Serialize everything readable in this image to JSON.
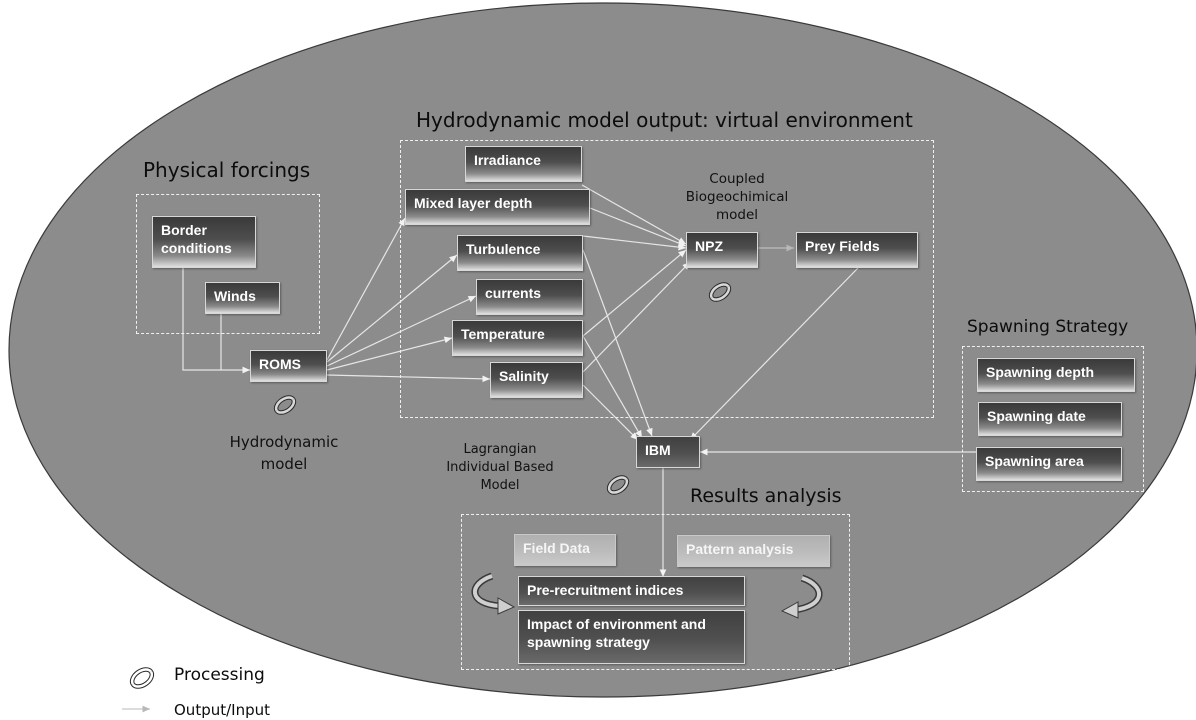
{
  "titles": {
    "virtual_environment": "Hydrodynamic model output: virtual environment",
    "physical_forcings": "Physical forcings",
    "spawning_strategy": "Spawning Strategy",
    "results_analysis": "Results analysis"
  },
  "labels": {
    "biogeochemical": "Coupled Biogeochimical model",
    "hydrodynamic": "Hydrodynamic model",
    "lagrangian": "Lagrangian Individual Based Model"
  },
  "boxes": {
    "border_conditions": "Border conditions",
    "winds": "Winds",
    "roms": "ROMS",
    "irradiance": "Irradiance",
    "mixed_layer_depth": "Mixed layer depth",
    "turbulence": "Turbulence",
    "currents": "currents",
    "temperature": "Temperature",
    "salinity": "Salinity",
    "npz": "NPZ",
    "prey_fields": "Prey Fields",
    "ibm": "IBM",
    "spawning_depth": "Spawning depth",
    "spawning_date": "Spawning date",
    "spawning_area": "Spawning area",
    "field_data": "Field Data",
    "pattern_analysis": "Pattern analysis",
    "pre_recruitment": "Pre-recruitment indices",
    "impact": "Impact of environment and spawning strategy"
  },
  "legend": {
    "processing": "Processing",
    "output_input": "Output/Input"
  },
  "colors": {
    "ellipse": "#8c8c8c",
    "box_dark": "#404040",
    "box_light": "#bdbdbd",
    "arrow": "#e8e8e8"
  }
}
